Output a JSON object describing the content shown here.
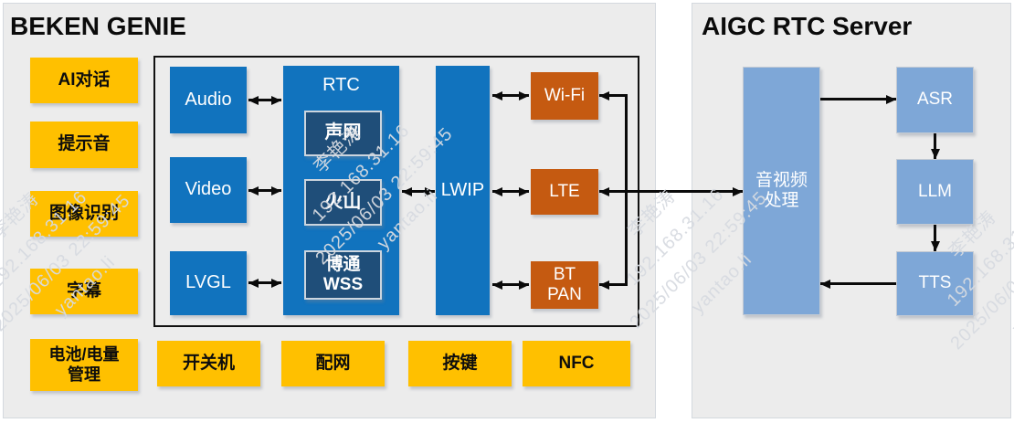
{
  "left_panel": {
    "title": "BEKEN GENIE",
    "features": [
      "AI对话",
      "提示音",
      "图像识别",
      "字幕",
      "电池/电量\n管理"
    ],
    "core": {
      "modules": [
        "Audio",
        "Video",
        "LVGL"
      ],
      "rtc": {
        "label": "RTC",
        "providers": [
          "声网",
          "火山",
          "博通\nWSS"
        ]
      },
      "lwip": "LWIP",
      "radios": [
        "Wi-Fi",
        "LTE",
        "BT\nPAN"
      ]
    },
    "bottom": [
      "开关机",
      "配网",
      "按键",
      "NFC"
    ]
  },
  "right_panel": {
    "title": "AIGC RTC Server",
    "media_processing": "音视频\n处理",
    "pipeline": [
      "ASR",
      "LLM",
      "TTS"
    ]
  },
  "watermark": {
    "lines": [
      "李艳涛",
      "192.168.31.16",
      "2025/06/03 22:59:45",
      "yantao.li"
    ]
  },
  "colors": {
    "panel_bg": "#ececec",
    "yellow": "#ffc000",
    "blue": "#1173be",
    "navy": "#1f4e79",
    "orange": "#c55a11",
    "light_blue": "#7ea7d7",
    "arrow": "#0a0a0a",
    "watermark": "#d7dbe1"
  }
}
